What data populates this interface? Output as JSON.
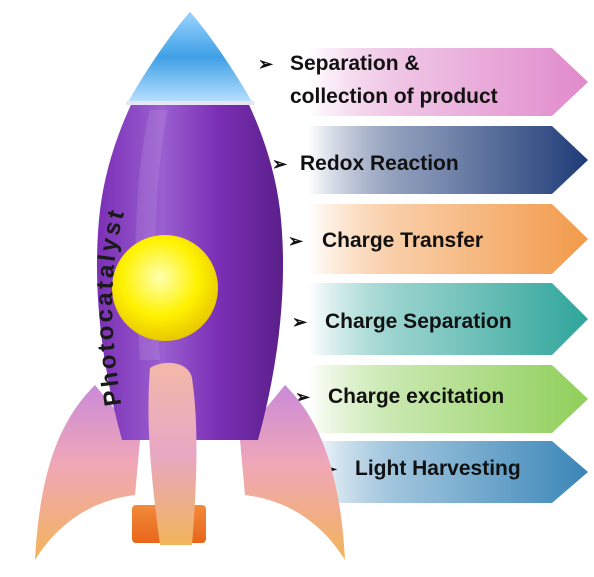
{
  "rocket": {
    "label": "Photocatalyst",
    "body_color": "#7b2fb5",
    "nose_color": "#3fa0e6",
    "porthole_color": "#fff200",
    "fin_color": "#f2b45a",
    "flame_color": "#e8661a"
  },
  "steps": [
    {
      "lines": [
        "Separation &",
        "collection of product"
      ],
      "color": "#e08acb",
      "glyph": "➢"
    },
    {
      "lines": [
        "Redox Reaction"
      ],
      "color": "#1f3c78",
      "glyph": "➢"
    },
    {
      "lines": [
        "Charge Transfer"
      ],
      "color": "#f29a4a",
      "glyph": "➢"
    },
    {
      "lines": [
        "Charge Separation"
      ],
      "color": "#2fa59a",
      "glyph": "➢"
    },
    {
      "lines": [
        "Charge excitation"
      ],
      "color": "#8fcf5a",
      "glyph": "➢"
    },
    {
      "lines": [
        "Light Harvesting"
      ],
      "color": "#3a86b8",
      "glyph": "➢"
    }
  ]
}
